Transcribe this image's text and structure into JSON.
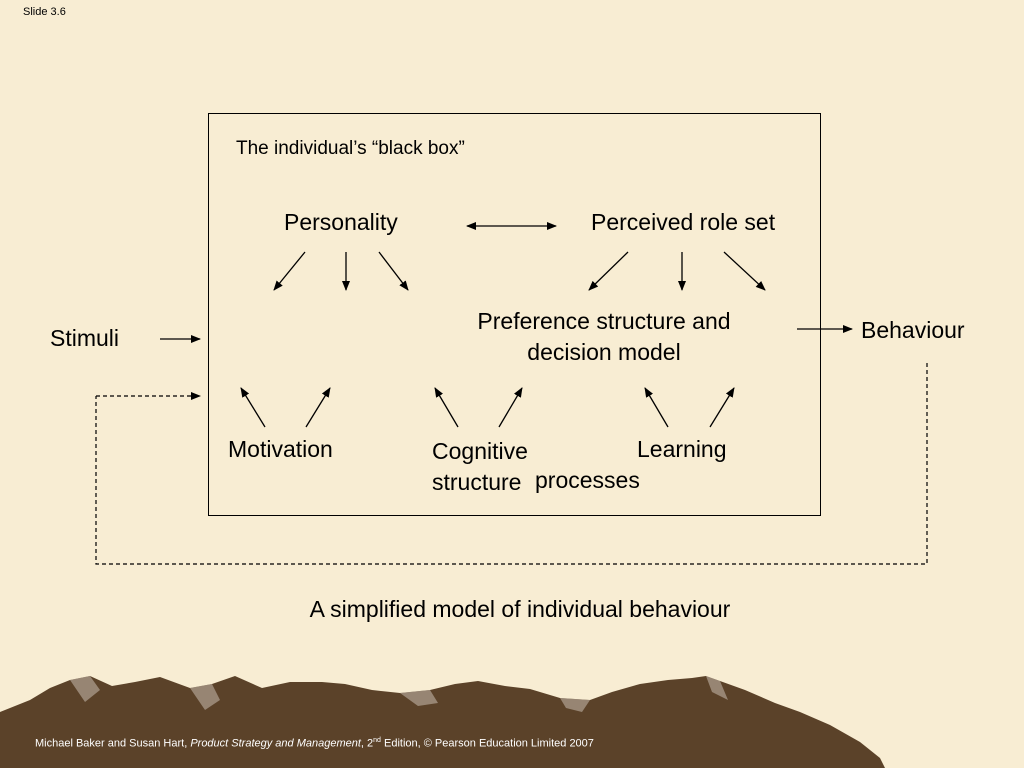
{
  "slide_label": "Slide 3.6",
  "box_title": "The individual’s “black box”",
  "nodes": {
    "personality": "Personality",
    "role_set": "Perceived role set",
    "preference": "Preference structure and decision model",
    "stimuli": "Stimuli",
    "behaviour": "Behaviour",
    "motivation": "Motivation",
    "cognitive": "Cognitive structure",
    "processes": "processes",
    "learning": "Learning"
  },
  "caption": "A simplified model of individual behaviour",
  "citation": {
    "authors": "Michael Baker and Susan Hart, ",
    "book": "Product Strategy and Management",
    "edition_num": ", 2",
    "edition_sup": "nd",
    "rest": " Edition, © Pearson Education Limited 2007"
  },
  "colors": {
    "background": "#f8edd3",
    "mountain_fill": "#5b4229",
    "mountain_highlight": "#c8bdb0"
  }
}
